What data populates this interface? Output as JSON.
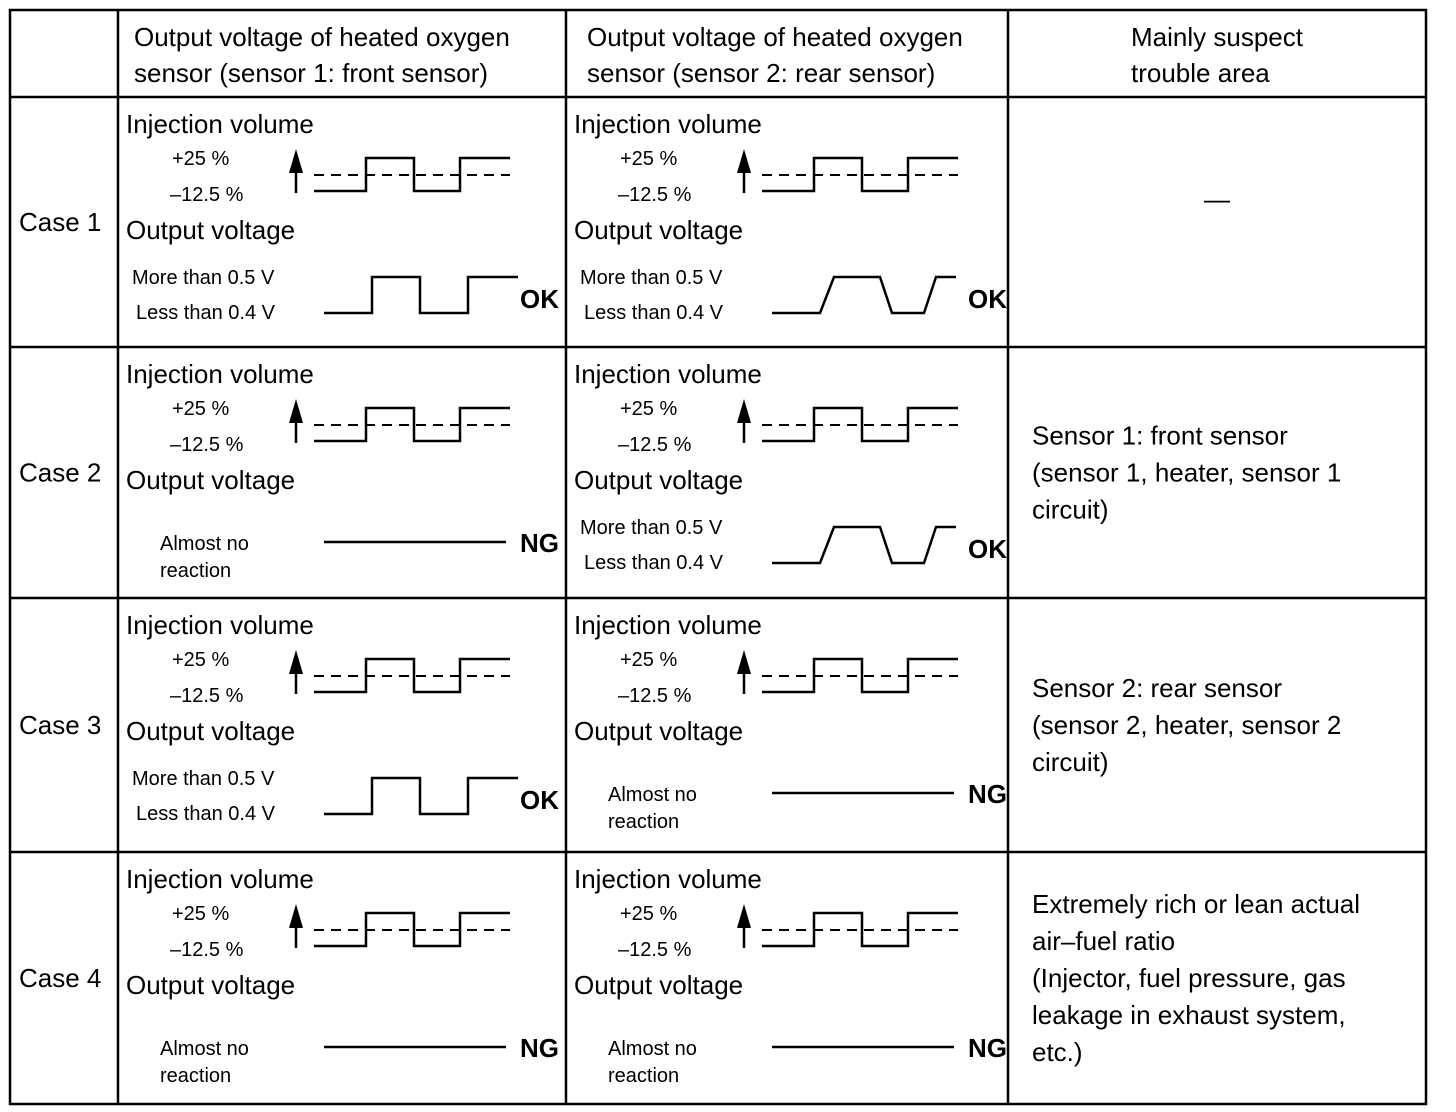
{
  "header": {
    "col1": [
      "Output voltage of heated oxygen",
      "sensor (sensor 1: front sensor)"
    ],
    "col2": [
      "Output voltage of heated oxygen",
      "sensor (sensor 2: rear sensor)"
    ],
    "col3": [
      "Mainly suspect",
      "trouble area"
    ]
  },
  "labels": {
    "injection_volume": "Injection volume",
    "plus": "+25 %",
    "minus": "–12.5 %",
    "output_voltage": "Output voltage",
    "more_than": "More than 0.5 V",
    "less_than": "Less than 0.4 V",
    "almost": "Almost no",
    "reaction": "reaction"
  },
  "rows": [
    {
      "case": "Case 1",
      "front": {
        "response": "square",
        "verdict": "OK"
      },
      "rear": {
        "response": "slope",
        "verdict": "OK"
      },
      "area": [
        "—"
      ]
    },
    {
      "case": "Case 2",
      "front": {
        "response": "flat",
        "verdict": "NG"
      },
      "rear": {
        "response": "slope",
        "verdict": "OK"
      },
      "area": [
        "Sensor 1: front sensor",
        "(sensor 1, heater, sensor 1",
        "circuit)"
      ]
    },
    {
      "case": "Case 3",
      "front": {
        "response": "square",
        "verdict": "OK"
      },
      "rear": {
        "response": "flat",
        "verdict": "NG"
      },
      "area": [
        "Sensor 2: rear sensor",
        "(sensor 2, heater, sensor 2",
        "circuit)"
      ]
    },
    {
      "case": "Case 4",
      "front": {
        "response": "flat",
        "verdict": "NG"
      },
      "rear": {
        "response": "flat",
        "verdict": "NG"
      },
      "area": [
        "Extremely rich or lean actual",
        "air–fuel ratio",
        "(Injector, fuel pressure, gas",
        "leakage in exhaust system,",
        "etc.)"
      ]
    }
  ]
}
